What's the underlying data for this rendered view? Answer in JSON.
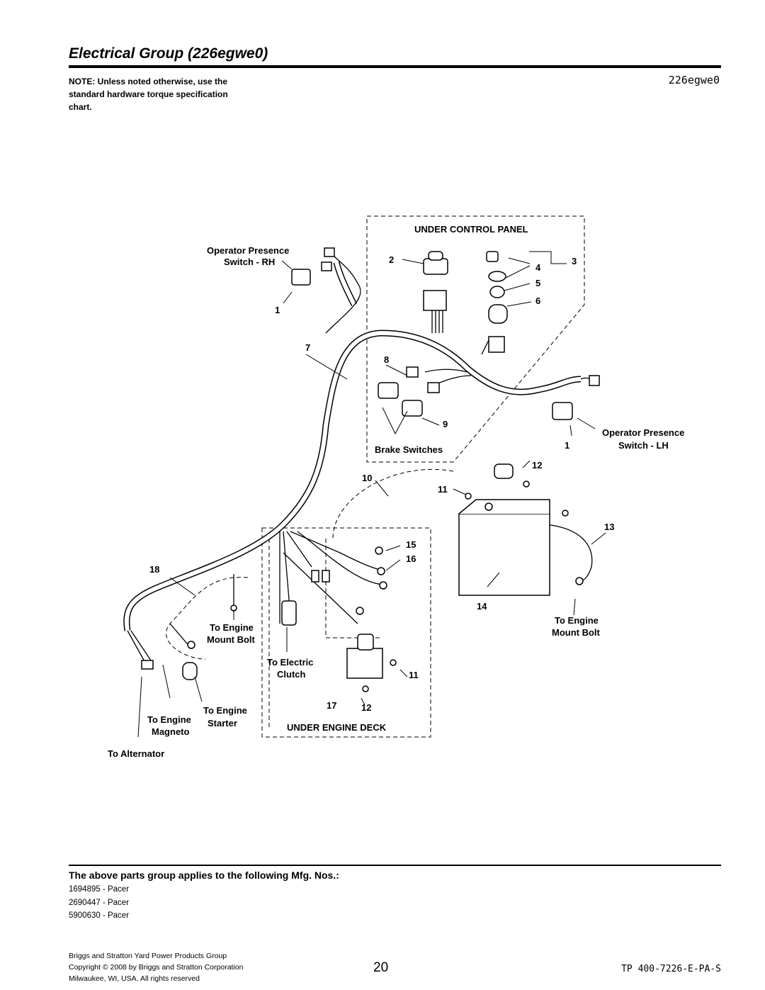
{
  "header": {
    "title": "Electrical Group (226egwe0)",
    "note": "NOTE: Unless noted otherwise, use the standard hardware torque specification chart.",
    "code": "226egwe0"
  },
  "diagram": {
    "labels": {
      "under_control_panel": "UNDER CONTROL PANEL",
      "operator_presence_rh_1": "Operator Presence",
      "operator_presence_rh_2": "Switch - RH",
      "operator_presence_lh_1": "Operator Presence",
      "operator_presence_lh_2": "Switch - LH",
      "brake_switches": "Brake Switches",
      "under_engine_deck": "UNDER ENGINE DECK",
      "engine_mount_bolt_left_1": "To Engine",
      "engine_mount_bolt_left_2": "Mount Bolt",
      "engine_mount_bolt_right_1": "To Engine",
      "engine_mount_bolt_right_2": "Mount Bolt",
      "electric_clutch_1": "To Electric",
      "electric_clutch_2": "Clutch",
      "engine_starter_1": "To Engine",
      "engine_starter_2": "Starter",
      "engine_magneto_1": "To Engine",
      "engine_magneto_2": "Magneto",
      "alternator": "To Alternator"
    },
    "callouts": [
      "1",
      "2",
      "3",
      "4",
      "5",
      "6",
      "7",
      "8",
      "9",
      "1",
      "10",
      "11",
      "12",
      "13",
      "14",
      "15",
      "16",
      "11",
      "12",
      "17",
      "18"
    ]
  },
  "applies": {
    "heading": "The above parts group applies to the following Mfg. Nos.:",
    "items": [
      "1694895 - Pacer",
      "2690447 - Pacer",
      "5900630 - Pacer"
    ]
  },
  "footer": {
    "line1": "Briggs and Stratton Yard Power Products Group",
    "line2": "Copyright © 2008 by Briggs and Stratton Corporation",
    "line3": "Milwaukee, WI, USA. All rights reserved",
    "page": "20",
    "doc_code": "TP 400-7226-E-PA-S"
  }
}
